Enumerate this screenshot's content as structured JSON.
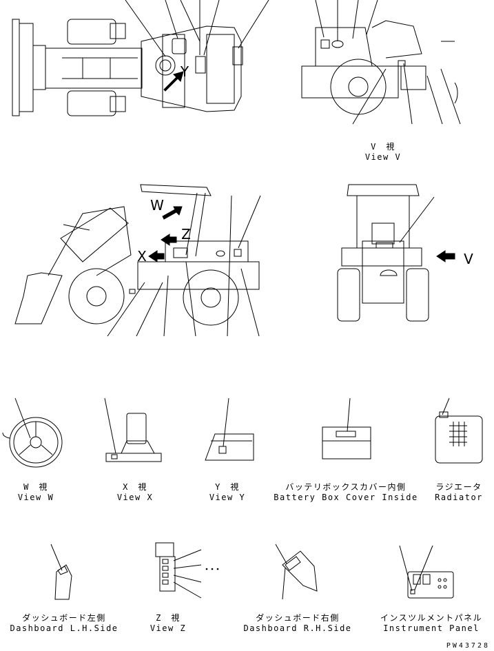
{
  "views": {
    "v": {
      "jp": "V　視",
      "en": "View V"
    },
    "w": {
      "jp": "W　視",
      "en": "View W"
    },
    "x": {
      "jp": "X　視",
      "en": "View X"
    },
    "y": {
      "jp": "Y　視",
      "en": "View Y"
    },
    "battery": {
      "jp": "バッテリボックスカバー内側",
      "en": "Battery Box Cover Inside"
    },
    "radiator": {
      "jp": "ラジエータ",
      "en": "Radiator"
    },
    "dash_lh": {
      "jp": "ダッシュボード左側",
      "en": "Dashboard L.H.Side"
    },
    "z": {
      "jp": "Z　視",
      "en": "View Z"
    },
    "dash_rh": {
      "jp": "ダッシュボード右側",
      "en": "Dashboard R.H.Side"
    },
    "panel": {
      "jp": "インスツルメントパネル",
      "en": "Instrument Panel"
    }
  },
  "markers": {
    "w": "W",
    "x": "X",
    "y": "Y",
    "z": "Z",
    "v": "V"
  },
  "drawing_number": "PW43728"
}
